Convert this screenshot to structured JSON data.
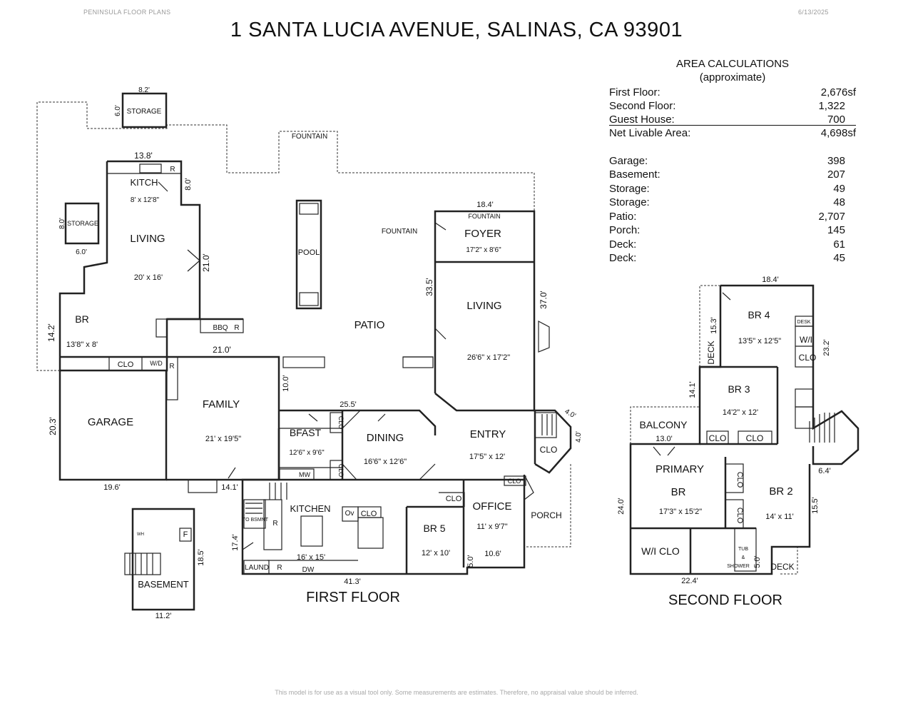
{
  "header": {
    "brand": "PENINSULA FLOOR PLANS",
    "date": "6/13/2025",
    "title": "1 SANTA LUCIA AVENUE, SALINAS, CA  93901"
  },
  "area_calculations": {
    "heading": "AREA CALCULATIONS",
    "subheading": "(approximate)",
    "rows": [
      {
        "label": "First Floor:",
        "value": "2,676sf"
      },
      {
        "label": "Second Floor:",
        "value": "1,322"
      },
      {
        "label": "Guest House:",
        "value": "700"
      },
      {
        "label": "Net Livable Area:",
        "value": "4,698sf"
      },
      {
        "label": "Garage:",
        "value": "398"
      },
      {
        "label": "Basement:",
        "value": "207"
      },
      {
        "label": "Storage:",
        "value": "49"
      },
      {
        "label": "Storage:",
        "value": "48"
      },
      {
        "label": "Patio:",
        "value": "2,707"
      },
      {
        "label": "Porch:",
        "value": "145"
      },
      {
        "label": "Deck:",
        "value": "61"
      },
      {
        "label": "Deck:",
        "value": "45"
      }
    ]
  },
  "floor_labels": {
    "first": "FIRST FLOOR",
    "second": "SECOND FLOOR"
  },
  "rooms": {
    "storage_top": "STORAGE",
    "storage_left": "STORAGE",
    "fountain_top": "FOUNTAIN",
    "fountain_mid": "FOUNTAIN",
    "fountain_foyer": "FOUNTAIN",
    "kitch": "KITCH",
    "kitch_dims": "8' x 12'8\"",
    "guest_living": "LIVING",
    "guest_living_dims": "20' x 16'",
    "pool": "POOL",
    "patio": "PATIO",
    "foyer": "FOYER",
    "foyer_dims": "17'2\" x 8'6\"",
    "living": "LIVING",
    "living_dims": "26'6\" x 17'2\"",
    "br_guest": "BR",
    "br_guest_dims": "13'8\" x 8'",
    "bbq": "BBQ",
    "clo": "CLO",
    "wd": "W/D",
    "r": "R",
    "garage": "GARAGE",
    "family": "FAMILY",
    "family_dims": "21' x 19'5\"",
    "bfast": "BFAST",
    "bfast_dims": "12'6\" x 9'6\"",
    "dining": "DINING",
    "dining_dims": "16'6\" x 12'6\"",
    "entry": "ENTRY",
    "entry_dims": "17'5\" x 12'",
    "mw": "MW",
    "kitchen": "KITCHEN",
    "kitchen_dims": "16' x 15'",
    "ov": "Ov",
    "to_bsmnt": "TO BSMNT",
    "laund": "LAUND",
    "dw": "DW",
    "br5": "BR 5",
    "br5_dims": "12' x 10'",
    "office": "OFFICE",
    "office_dims": "11' x 9'7\"",
    "porch": "PORCH",
    "basement": "BASEMENT",
    "f": "F",
    "wh": "WH",
    "br4": "BR 4",
    "br4_dims": "13'5\" x 12'5\"",
    "desk": "DESK",
    "wi": "W/I",
    "deck": "DECK",
    "br3": "BR 3",
    "br3_dims": "14'2\" x 12'",
    "balcony": "BALCONY",
    "primary": "PRIMARY",
    "br": "BR",
    "primary_dims": "17'3\" x 15'2\"",
    "br2": "BR 2",
    "br2_dims": "14' x 11'",
    "wi_clo": "W/I CLO",
    "tub": "TUB",
    "amp": "&",
    "shower": "SHOWER"
  },
  "dimensions": {
    "d_8_2": "8.2'",
    "d_6_0": "6.0'",
    "d_13_8": "13.8'",
    "d_8_0": "8.0'",
    "d_21_0": "21.0'",
    "d_14_2": "14.2'",
    "d_18_4": "18.4'",
    "d_33_5": "33.5'",
    "d_37_0": "37.0'",
    "d_10_0": "10.0'",
    "d_25_5": "25.5'",
    "d_4_0": "4.0'",
    "d_20_3": "20.3'",
    "d_19_6": "19.6'",
    "d_14_1": "14.1'",
    "d_17_4": "17.4'",
    "d_41_3": "41.3'",
    "d_5_0": "5.0'",
    "d_10_6": "10.6'",
    "d_18_5": "18.5'",
    "d_11_2": "11.2'",
    "d_15_3": "15.3'",
    "d_23_2": "23.2'",
    "d_13_0": "13.0'",
    "d_6_4": "6.4'",
    "d_24_0": "24.0'",
    "d_15_5": "15.5'",
    "d_22_4": "22.4'"
  },
  "disclaimer": "This model is for use as a visual tool only. Some measurements are estimates. Therefore, no appraisal value should be inferred."
}
